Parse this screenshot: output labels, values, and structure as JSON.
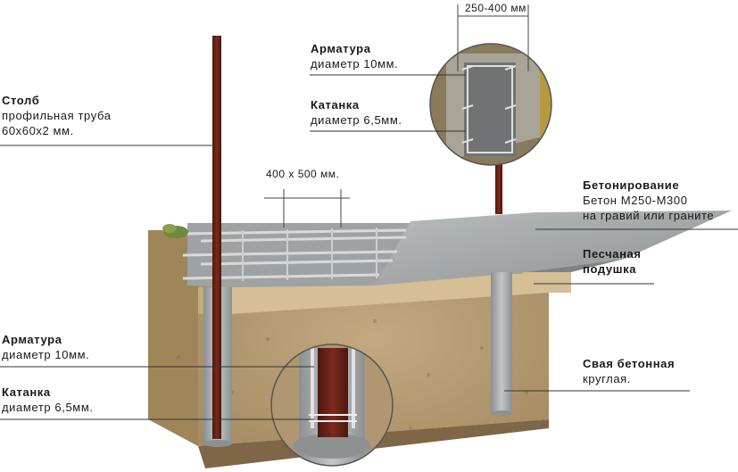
{
  "labels": {
    "post": {
      "title": "Столб",
      "line1": "профильная труба",
      "line2": "60х60х2 мм."
    },
    "rebar_top": {
      "title": "Арматура",
      "line1": "диаметр 10мм."
    },
    "wire_top": {
      "title": "Катанка",
      "line1": "диаметр 6,5мм."
    },
    "concreting": {
      "title": "Бетонирование",
      "line1": "Бетон М250-М300",
      "line2": "на гравий или граните"
    },
    "sand": {
      "title": "Песчаная",
      "line1": "подушка"
    },
    "pile": {
      "title": "Свая бетонная",
      "line1": "круглая."
    },
    "rebar_bottom": {
      "title": "Арматура",
      "line1": "диаметр 10мм."
    },
    "wire_bottom": {
      "title": "Катанка",
      "line1": "диаметр 6,5мм."
    }
  },
  "dimensions": {
    "top_width": "250-400 мм",
    "section": "400 х 500 мм."
  },
  "colors": {
    "soil": "#b49a73",
    "soil_dark": "#8d7251",
    "concrete": "#a7aaab",
    "sand": "#d8c29a",
    "post": "#6a2318",
    "rebar": "#d9d9d9"
  }
}
